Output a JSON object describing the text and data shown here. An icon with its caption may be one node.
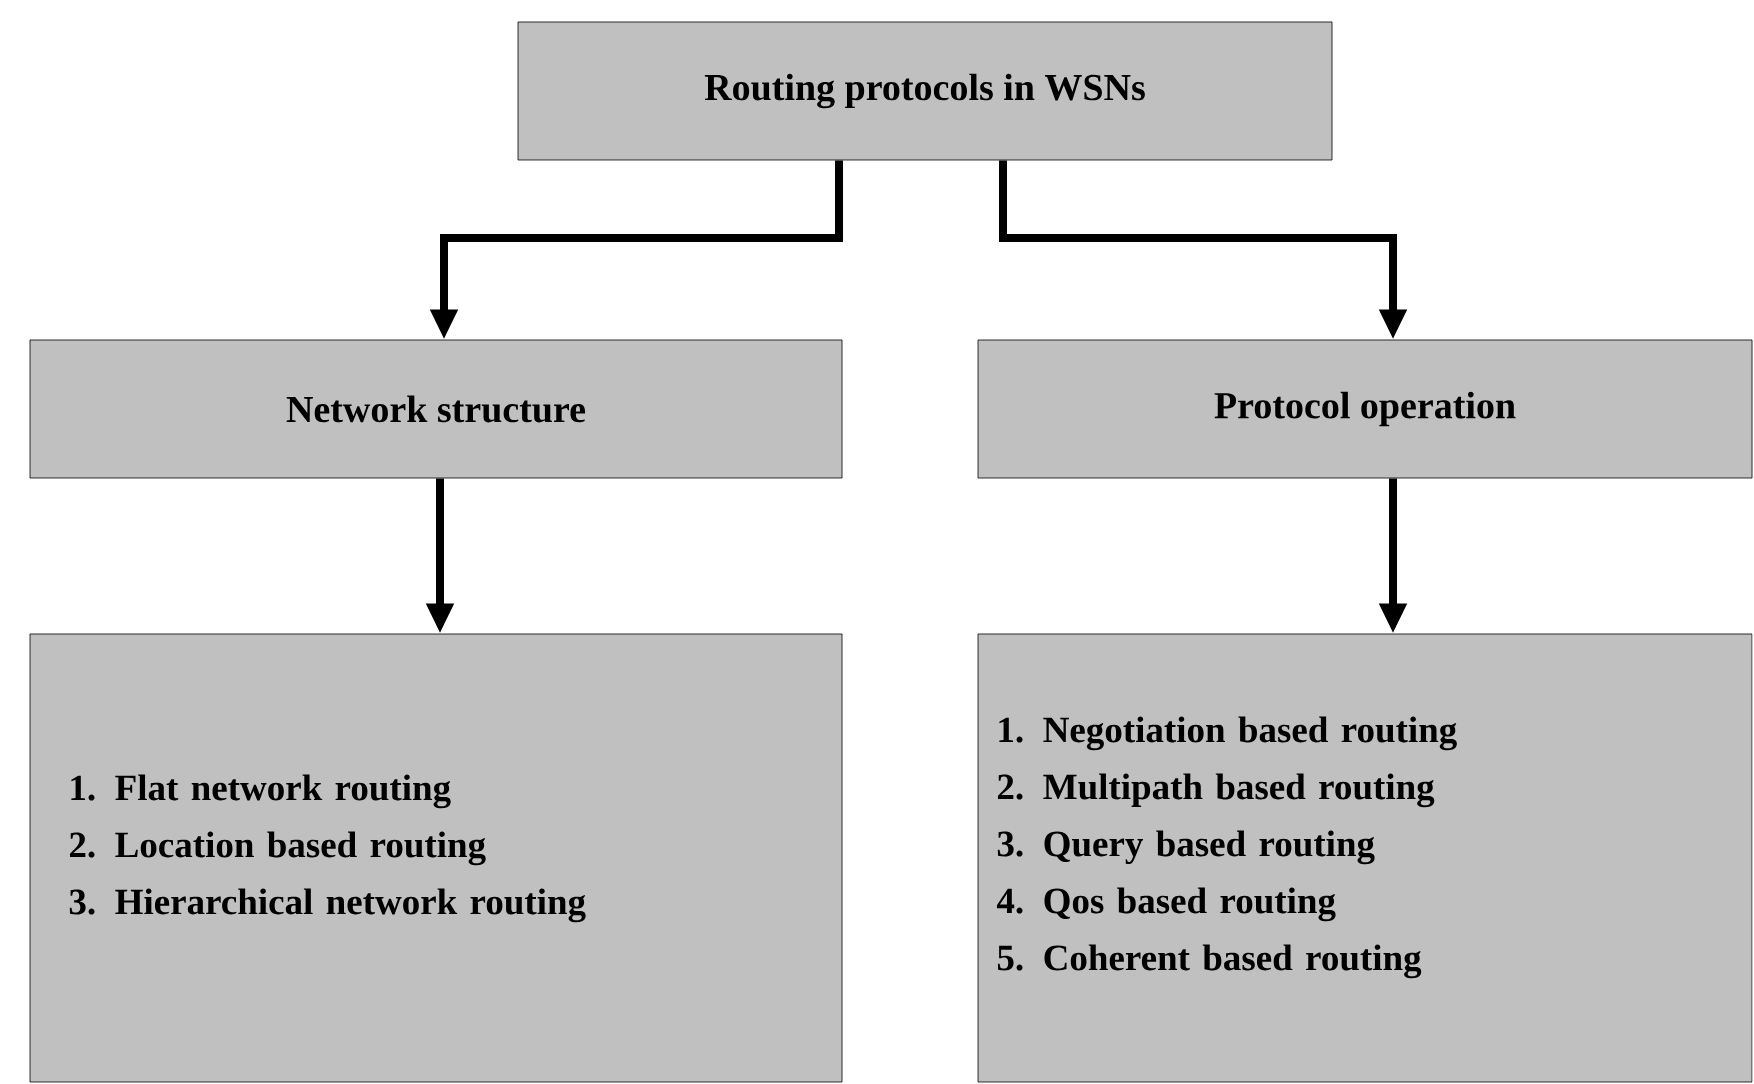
{
  "diagram": {
    "nodes": [
      {
        "text": [
          "Routing protocols in WSNs"
        ]
      },
      {
        "text": [
          "Network structure"
        ]
      },
      {
        "text": [
          "Protocol operation"
        ]
      },
      {
        "text": [
          "1. Flat network routing",
          "2. Location based routing",
          "3. Hierarchical network routing"
        ]
      },
      {
        "text": [
          "1. Negotiation based routing",
          "2. Multipath based routing",
          "3. Query based routing",
          "4. Qos based routing",
          "5. Coherent based routing"
        ]
      }
    ],
    "edges": [
      {
        "from": 0,
        "to": 1,
        "arrow": "to"
      },
      {
        "from": 0,
        "to": 2,
        "arrow": "to"
      },
      {
        "from": 1,
        "to": 3,
        "arrow": "to"
      },
      {
        "from": 2,
        "to": 4,
        "arrow": "to"
      }
    ]
  }
}
